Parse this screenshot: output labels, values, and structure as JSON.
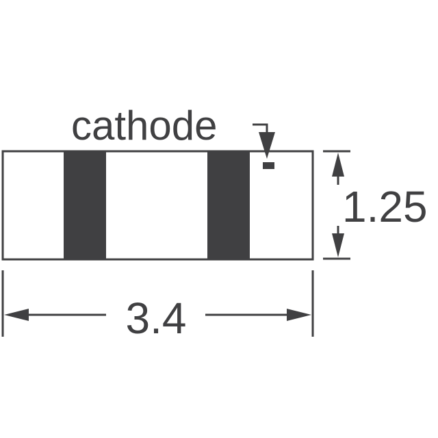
{
  "labels": {
    "cathode": "cathode",
    "height": "1.25",
    "width": "3.4"
  },
  "colors": {
    "ink": "#404042",
    "background": "#ffffff"
  }
}
